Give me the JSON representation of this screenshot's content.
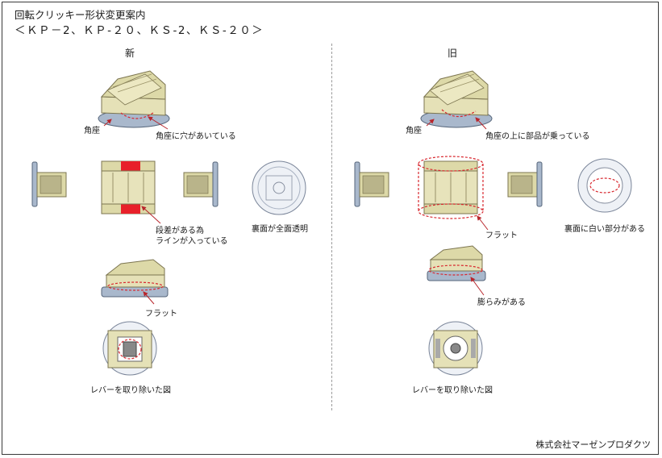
{
  "header": {
    "title": "回転クリッキー形状変更案内",
    "subtitle": "＜ＫＰ－2、ＫＰ-２０、ＫＳ-2、ＫＳ-２０＞"
  },
  "new_side": {
    "heading": "新",
    "labels": {
      "base": "角座",
      "hole": "角座に穴があいている",
      "step_line1": "段差がある為",
      "step_line2": "ラインが入っている",
      "transparent": "裏面が全面透明",
      "flat": "フラット",
      "lever_removed": "レバーを取り除いた図"
    }
  },
  "old_side": {
    "heading": "旧",
    "labels": {
      "base": "角座",
      "parts_on_base": "角座の上に部品が乗っている",
      "flat": "フラット",
      "white_part": "裏面に白い部分がある",
      "bulge": "膨らみがある",
      "lever_removed": "レバーを取り除いた図"
    }
  },
  "footer": {
    "company": "株式会社マーゼンプロダクツ"
  },
  "colors": {
    "body_yellow": "#ddd9a8",
    "body_stroke": "#7c7550",
    "base_blue": "#a9b8cc",
    "highlight_red": "#e8202a",
    "dashed_red": "#d8282f"
  }
}
